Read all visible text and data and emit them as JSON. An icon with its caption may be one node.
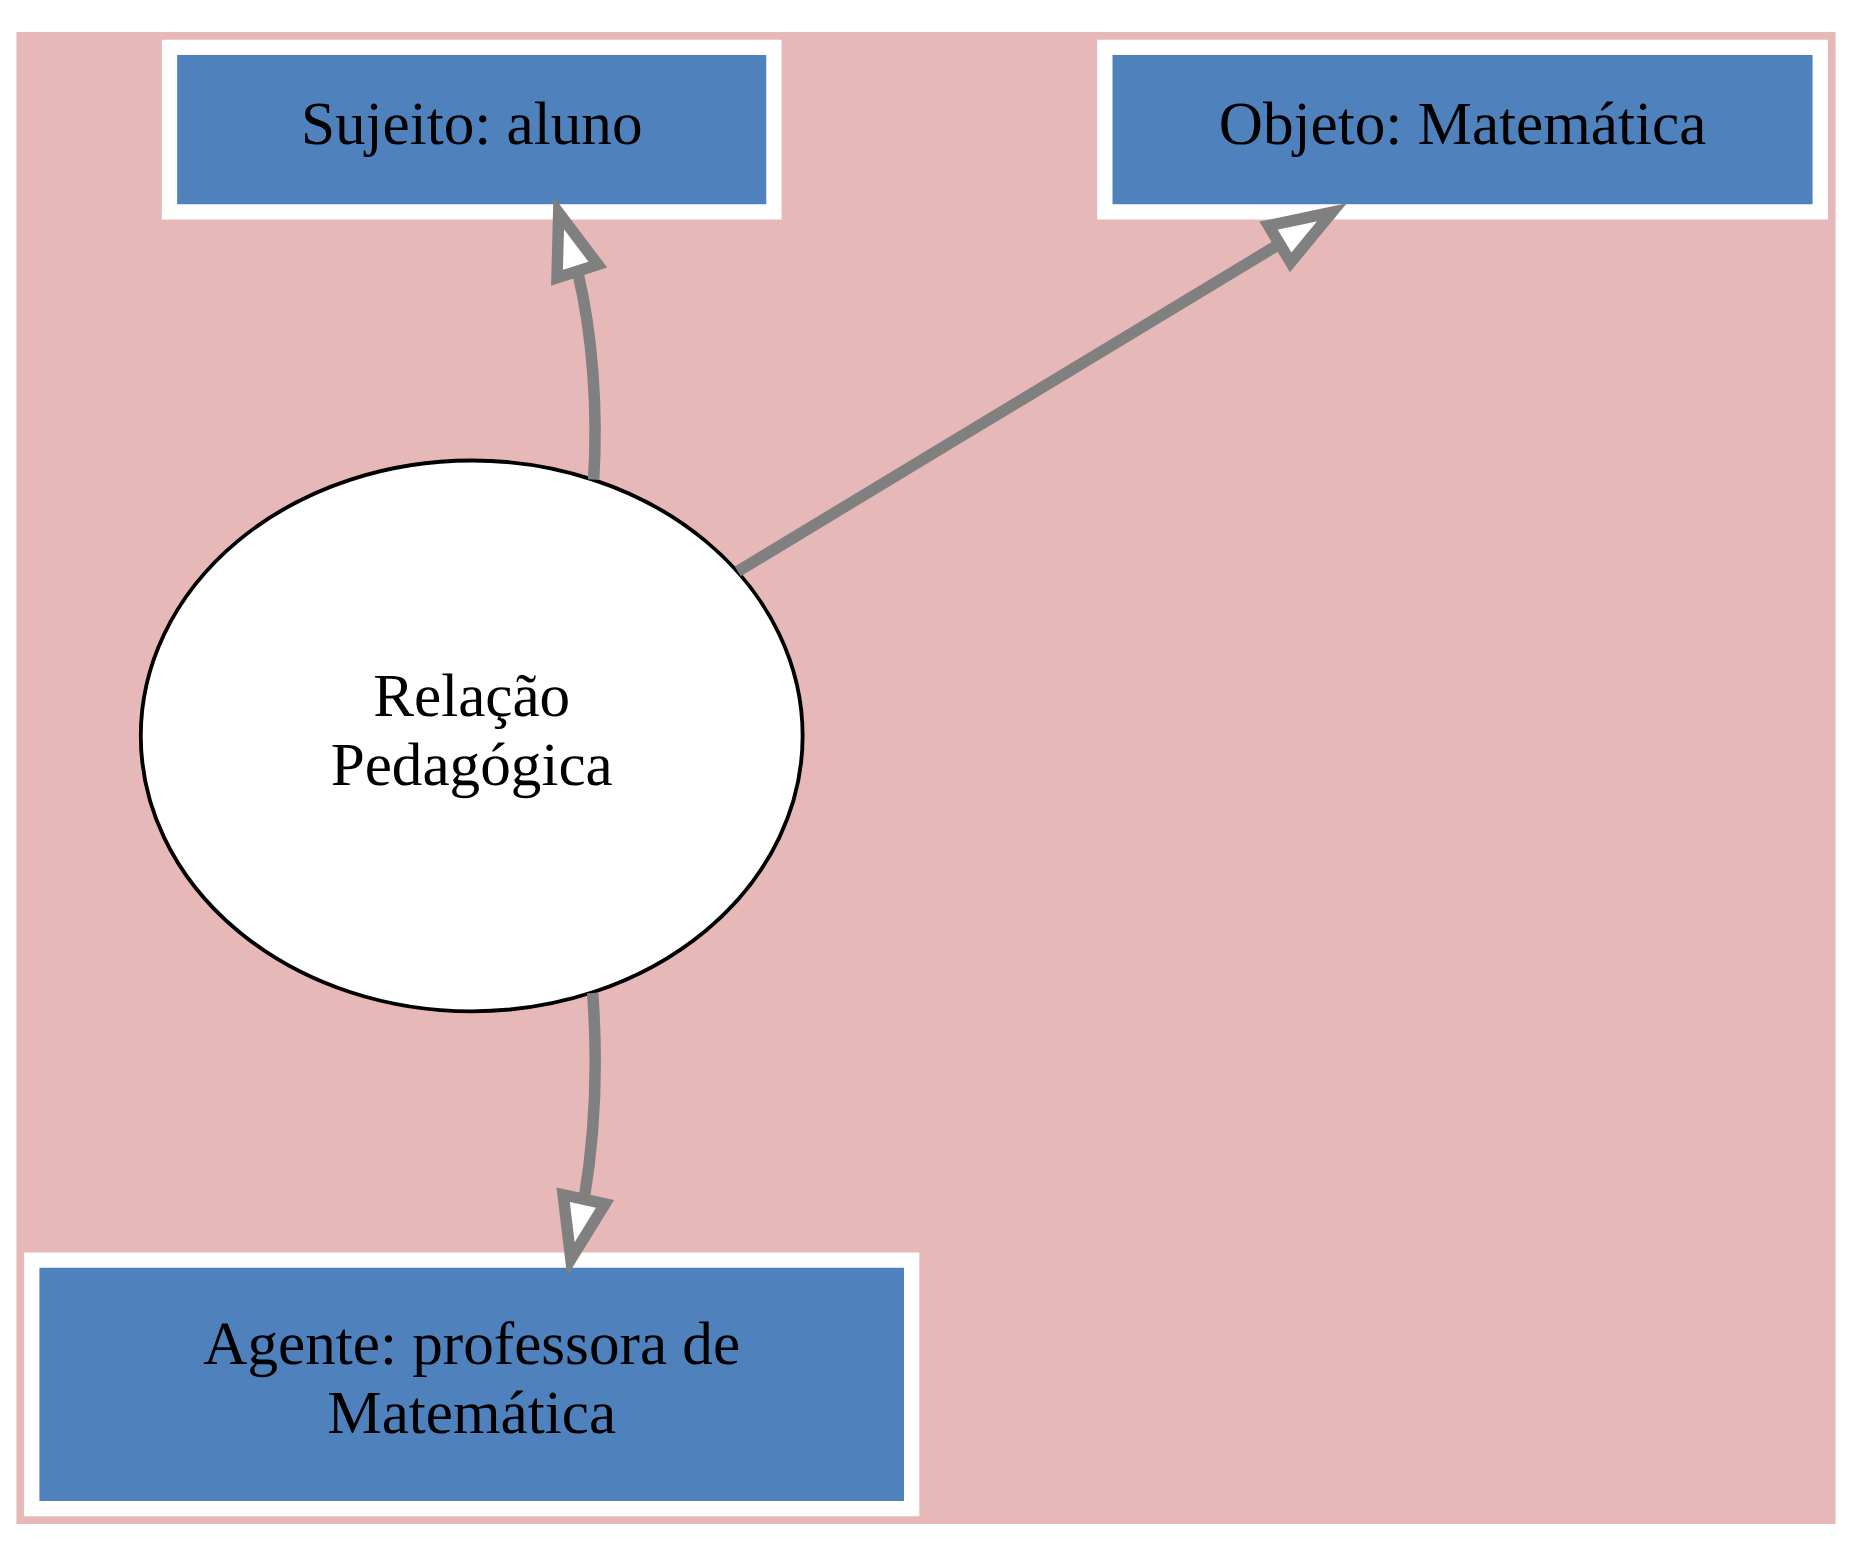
{
  "diagram": {
    "nodes": [
      {
        "text": [
          "Sujeito: aluno"
        ]
      },
      {
        "text": [
          "Objeto: Matemática"
        ]
      },
      {
        "text": [
          "Relação Pedagógica"
        ]
      },
      {
        "text": [
          "Agente: professora de Matemática"
        ]
      }
    ],
    "edges": [
      {
        "from": 2,
        "to": 0,
        "arrow": "to"
      },
      {
        "from": 2,
        "to": 1,
        "arrow": "to"
      },
      {
        "from": 2,
        "to": 3,
        "arrow": "to"
      }
    ]
  }
}
